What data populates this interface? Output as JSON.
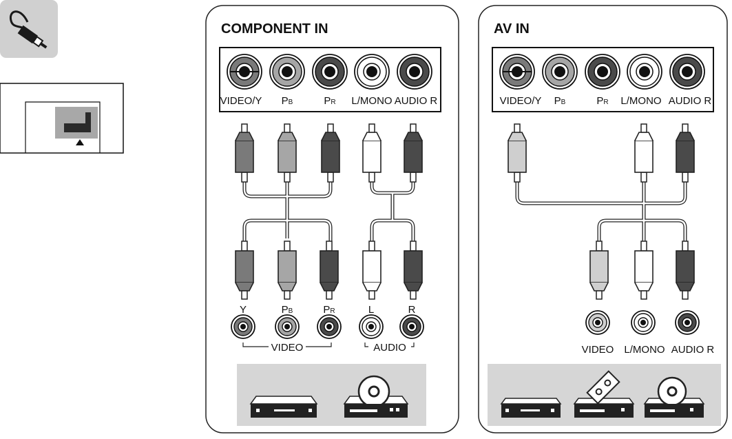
{
  "component_panel": {
    "title": "COMPONENT IN",
    "tv_jacks": [
      "VIDEO/Y",
      "PB",
      "PR",
      "L/MONO",
      "AUDIO R"
    ],
    "device_jacks": [
      "Y",
      "PB",
      "PR",
      "L",
      "R"
    ],
    "video_group": "VIDEO",
    "audio_group": "AUDIO"
  },
  "av_panel": {
    "title": "AV IN",
    "tv_jacks": [
      "VIDEO/Y",
      "PB",
      "PR",
      "L/MONO",
      "AUDIO R"
    ],
    "device_jacks": [
      "VIDEO",
      "L/MONO",
      "AUDIO R"
    ]
  },
  "colors": {
    "green_jack": "#7a7a7a",
    "blue_jack": "#a6a6a6",
    "red_jack": "#4a4a4a",
    "white_jack": "#ffffff",
    "yellow_jack": "#cfcfcf",
    "device_area": "#d6d6d6",
    "icon_bg": "#d0d0d0"
  },
  "icons": [
    "cable-connector-icon",
    "port-location-icon",
    "dvd-player-icon",
    "disc-player-icon",
    "vcr-icon"
  ]
}
